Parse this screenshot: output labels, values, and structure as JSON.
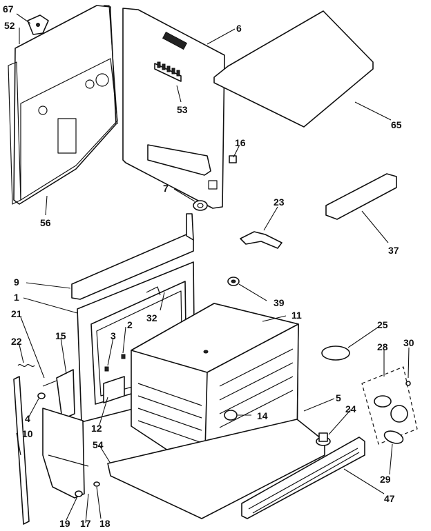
{
  "callouts": [
    {
      "id": "67",
      "label": "67"
    },
    {
      "id": "52",
      "label": "52"
    },
    {
      "id": "6",
      "label": "6"
    },
    {
      "id": "53",
      "label": "53"
    },
    {
      "id": "65",
      "label": "65"
    },
    {
      "id": "16",
      "label": "16"
    },
    {
      "id": "7",
      "label": "7"
    },
    {
      "id": "56",
      "label": "56"
    },
    {
      "id": "23",
      "label": "23"
    },
    {
      "id": "37",
      "label": "37"
    },
    {
      "id": "9",
      "label": "9"
    },
    {
      "id": "39",
      "label": "39"
    },
    {
      "id": "1",
      "label": "1"
    },
    {
      "id": "32",
      "label": "32"
    },
    {
      "id": "11",
      "label": "11"
    },
    {
      "id": "21",
      "label": "21"
    },
    {
      "id": "2",
      "label": "2"
    },
    {
      "id": "25",
      "label": "25"
    },
    {
      "id": "15",
      "label": "15"
    },
    {
      "id": "3",
      "label": "3"
    },
    {
      "id": "22",
      "label": "22"
    },
    {
      "id": "28",
      "label": "28"
    },
    {
      "id": "30",
      "label": "30"
    },
    {
      "id": "4",
      "label": "4"
    },
    {
      "id": "5",
      "label": "5"
    },
    {
      "id": "14",
      "label": "14"
    },
    {
      "id": "12",
      "label": "12"
    },
    {
      "id": "24",
      "label": "24"
    },
    {
      "id": "10",
      "label": "10"
    },
    {
      "id": "54",
      "label": "54"
    },
    {
      "id": "29",
      "label": "29"
    },
    {
      "id": "47",
      "label": "47"
    },
    {
      "id": "19",
      "label": "19"
    },
    {
      "id": "17",
      "label": "17"
    },
    {
      "id": "18",
      "label": "18"
    }
  ]
}
